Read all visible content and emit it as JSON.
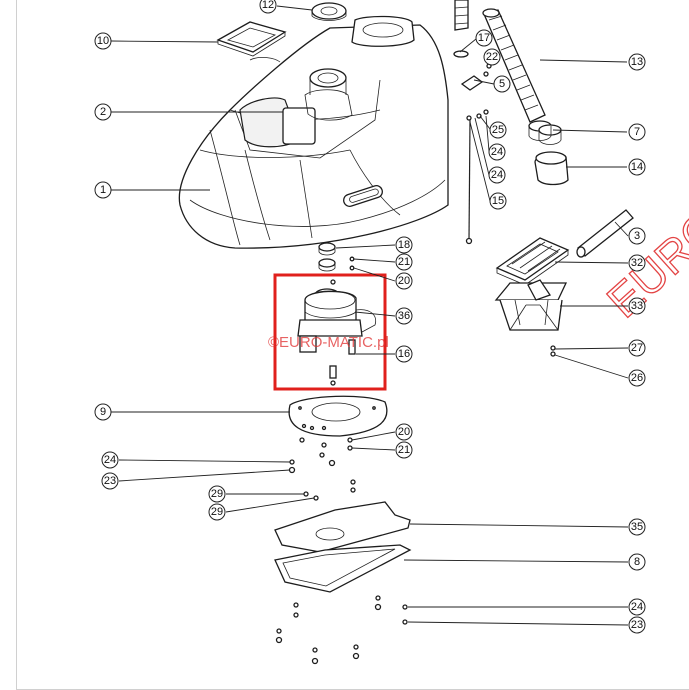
{
  "diagram": {
    "callouts": [
      {
        "id": "c12",
        "label": "12"
      },
      {
        "id": "c10",
        "label": "10"
      },
      {
        "id": "c2",
        "label": "2"
      },
      {
        "id": "c1",
        "label": "1"
      },
      {
        "id": "c17",
        "label": "17"
      },
      {
        "id": "c22",
        "label": "22"
      },
      {
        "id": "c5",
        "label": "5"
      },
      {
        "id": "c25",
        "label": "25"
      },
      {
        "id": "c24a",
        "label": "24"
      },
      {
        "id": "c24b",
        "label": "24"
      },
      {
        "id": "c15",
        "label": "15"
      },
      {
        "id": "c13",
        "label": "13"
      },
      {
        "id": "c7",
        "label": "7"
      },
      {
        "id": "c14",
        "label": "14"
      },
      {
        "id": "c3",
        "label": "3"
      },
      {
        "id": "c32",
        "label": "32"
      },
      {
        "id": "c33",
        "label": "33"
      },
      {
        "id": "c27",
        "label": "27"
      },
      {
        "id": "c26",
        "label": "26"
      },
      {
        "id": "c18",
        "label": "18"
      },
      {
        "id": "c21a",
        "label": "21"
      },
      {
        "id": "c20a",
        "label": "20"
      },
      {
        "id": "c36",
        "label": "36"
      },
      {
        "id": "c16",
        "label": "16"
      },
      {
        "id": "c9",
        "label": "9"
      },
      {
        "id": "c20b",
        "label": "20"
      },
      {
        "id": "c21b",
        "label": "21"
      },
      {
        "id": "c24c",
        "label": "24"
      },
      {
        "id": "c23a",
        "label": "23"
      },
      {
        "id": "c29a",
        "label": "29"
      },
      {
        "id": "c29b",
        "label": "29"
      },
      {
        "id": "c35",
        "label": "35"
      },
      {
        "id": "c8",
        "label": "8"
      },
      {
        "id": "c24d",
        "label": "24"
      },
      {
        "id": "c23b",
        "label": "23"
      }
    ],
    "watermark": "©EURO-MATIC.pl",
    "corner_watermark": "EURO",
    "highlight_color": "#e0201c"
  }
}
